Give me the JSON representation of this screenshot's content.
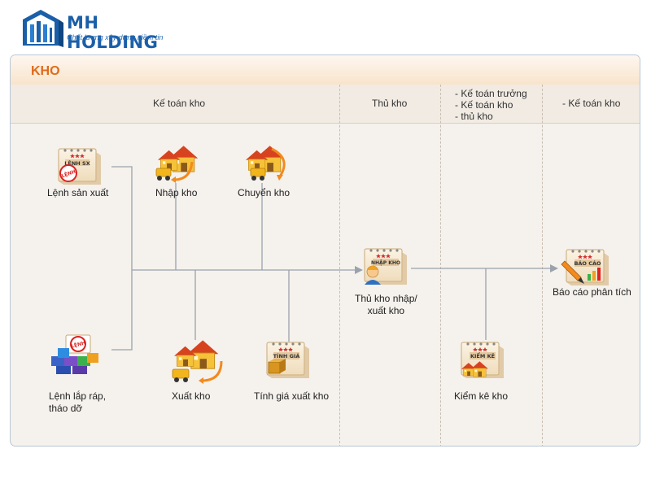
{
  "brand": {
    "name": "MH HOLDING",
    "slogan": "Chất lượng xây dựng niềm tin"
  },
  "panel": {
    "title": "KHO"
  },
  "columns": [
    {
      "label": "Kế toán kho"
    },
    {
      "label": "Thủ kho"
    },
    {
      "lines": [
        "- Kế toán trưởng",
        "- Kế toán kho",
        "- thủ kho"
      ]
    },
    {
      "label": "- Kế toán kho"
    }
  ],
  "nodes": {
    "lenh_sx": {
      "label": "Lệnh sản xuất",
      "icon_text": "LỆNH SX",
      "stamp": "LỆNH"
    },
    "nhap_kho": {
      "label": "Nhập kho"
    },
    "chuyen_kho": {
      "label": "Chuyển kho"
    },
    "lenh_lap_rap": {
      "lines": [
        "Lệnh lắp ráp,",
        "tháo dỡ"
      ],
      "stamp": "LỆNH"
    },
    "xuat_kho": {
      "label": "Xuất kho"
    },
    "tinh_gia": {
      "label": "Tính giá xuất kho",
      "icon_text": "TÍNH GIÁ"
    },
    "thu_kho": {
      "lines": [
        "Thủ kho nhập/",
        "xuất kho"
      ],
      "icon_text": "NHẬP KHO"
    },
    "kiem_ke": {
      "label": "Kiểm kê kho",
      "icon_text": "KIỂM KÊ"
    },
    "bao_cao": {
      "label": "Báo cáo phân tích",
      "icon_text": "BÁO CÁO"
    }
  },
  "colors": {
    "brand_blue": "#1a5fa8",
    "title_orange": "#e06a1a",
    "connector": "#9aa3ad",
    "house_red": "#d8431f",
    "house_yellow": "#f6c23a"
  }
}
